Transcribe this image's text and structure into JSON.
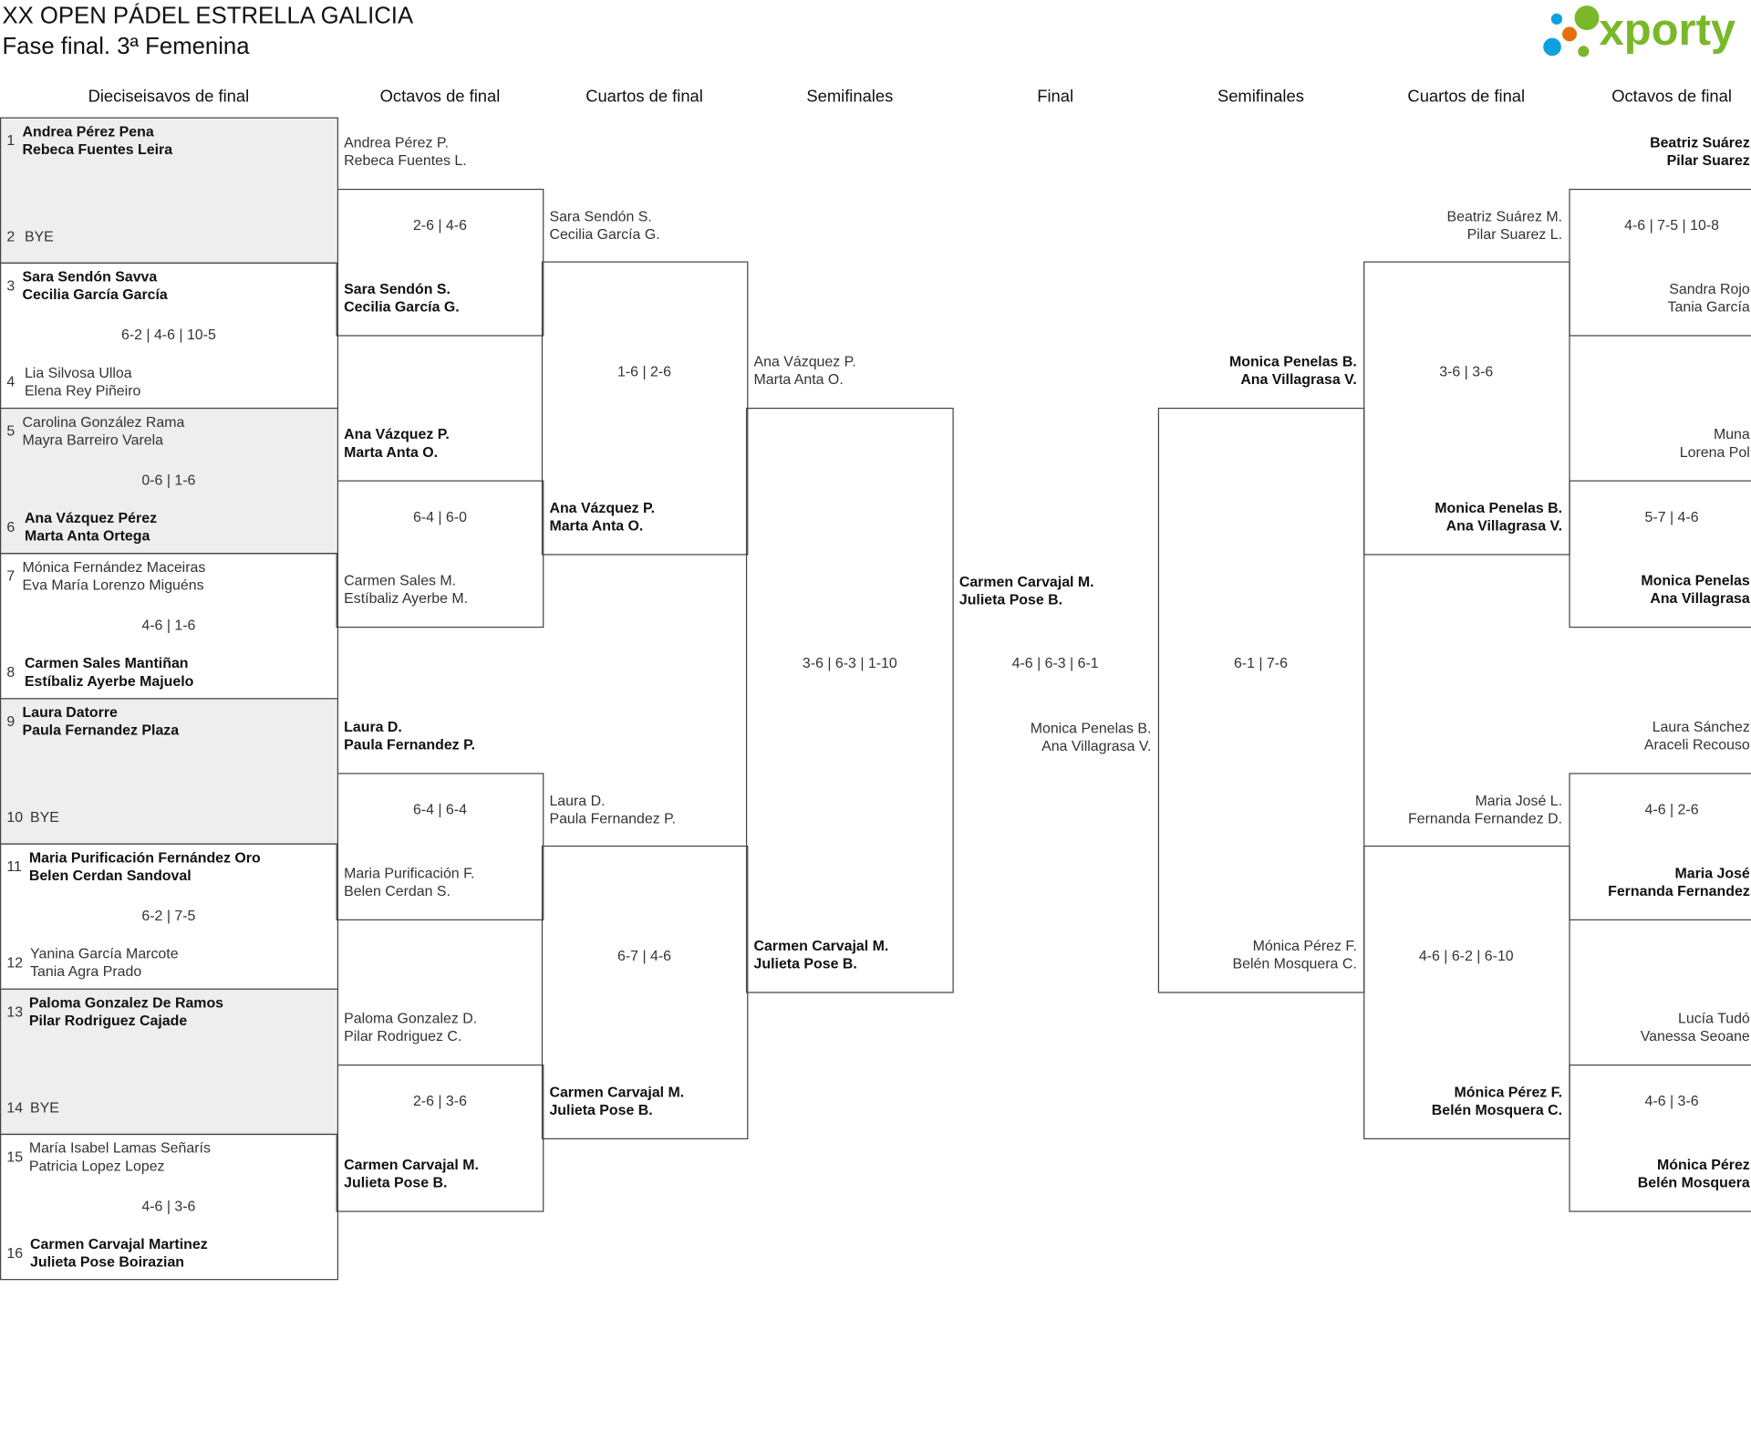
{
  "header": {
    "title": "XX OPEN PÁDEL ESTRELLA GALICIA",
    "subtitle": "Fase final. 3ª Femenina"
  },
  "logo": {
    "text": "xporty",
    "green": "#7ab82a",
    "blue": "#0fa0e0",
    "orange": "#e5700f"
  },
  "round_headers": [
    "Dieciseisavos de final",
    "Octavos de final",
    "Cuartos de final",
    "Semifinales",
    "Final",
    "Semifinales",
    "Cuartos de final",
    "Octavos de final"
  ],
  "round_of_32": [
    {
      "seed_top": "1",
      "top": [
        "Andrea Pérez Pena",
        "Rebeca Fuentes Leira"
      ],
      "seed_bottom": "2",
      "bottom": [
        "BYE"
      ],
      "score": "",
      "winner": "top"
    },
    {
      "seed_top": "3",
      "top": [
        "Sara Sendón Savva",
        "Cecilia García García"
      ],
      "seed_bottom": "4",
      "bottom": [
        "Lia Silvosa Ulloa",
        "Elena Rey Piñeiro"
      ],
      "score": "6-2 | 4-6 | 10-5",
      "winner": "top"
    },
    {
      "seed_top": "5",
      "top": [
        "Carolina González Rama",
        "Mayra Barreiro Varela"
      ],
      "seed_bottom": "6",
      "bottom": [
        "Ana Vázquez Pérez",
        "Marta Anta Ortega"
      ],
      "score": "0-6 | 1-6",
      "winner": "bottom"
    },
    {
      "seed_top": "7",
      "top": [
        "Mónica Fernández Maceiras",
        "Eva María Lorenzo Miguéns"
      ],
      "seed_bottom": "8",
      "bottom": [
        "Carmen Sales Mantiñan",
        "Estíbaliz Ayerbe Majuelo"
      ],
      "score": "4-6 | 1-6",
      "winner": "bottom"
    },
    {
      "seed_top": "9",
      "top": [
        "Laura Datorre",
        "Paula Fernandez Plaza"
      ],
      "seed_bottom": "10",
      "bottom": [
        "BYE"
      ],
      "score": "",
      "winner": "top"
    },
    {
      "seed_top": "11",
      "top": [
        "Maria Purificación Fernández Oro",
        "Belen Cerdan Sandoval"
      ],
      "seed_bottom": "12",
      "bottom": [
        "Yanina García Marcote",
        "Tania Agra Prado"
      ],
      "score": "6-2 | 7-5",
      "winner": "top"
    },
    {
      "seed_top": "13",
      "top": [
        "Paloma Gonzalez De Ramos",
        "Pilar Rodriguez Cajade"
      ],
      "seed_bottom": "14",
      "bottom": [
        "BYE"
      ],
      "score": "",
      "winner": "top"
    },
    {
      "seed_top": "15",
      "top": [
        "María Isabel Lamas Señarís",
        "Patricia Lopez Lopez"
      ],
      "seed_bottom": "16",
      "bottom": [
        "Carmen Carvajal Martinez",
        "Julieta Pose Boirazian"
      ],
      "score": "4-6 | 3-6",
      "winner": "bottom"
    }
  ],
  "left_octavos": [
    {
      "top": [
        "Andrea Pérez P.",
        "Rebeca Fuentes L."
      ],
      "bottom": [
        "Sara Sendón S.",
        "Cecilia García G."
      ],
      "score": "2-6 | 4-6",
      "winner": "bottom"
    },
    {
      "top": [
        "Ana Vázquez P.",
        "Marta Anta O."
      ],
      "bottom": [
        "Carmen Sales M.",
        "Estíbaliz Ayerbe M."
      ],
      "score": "6-4 | 6-0",
      "winner": "top"
    },
    {
      "top": [
        "Laura D.",
        "Paula Fernandez P."
      ],
      "bottom": [
        "Maria Purificación F.",
        "Belen Cerdan S."
      ],
      "score": "6-4 | 6-4",
      "winner": "top"
    },
    {
      "top": [
        "Paloma Gonzalez D.",
        "Pilar Rodriguez C."
      ],
      "bottom": [
        "Carmen Carvajal M.",
        "Julieta Pose B."
      ],
      "score": "2-6 | 3-6",
      "winner": "bottom"
    }
  ],
  "left_cuartos": [
    {
      "top": [
        "Sara Sendón S.",
        "Cecilia García G."
      ],
      "bottom": [
        "Ana Vázquez P.",
        "Marta Anta O."
      ],
      "score": "1-6 | 2-6",
      "winner": "bottom"
    },
    {
      "top": [
        "Laura D.",
        "Paula Fernandez P."
      ],
      "bottom": [
        "Carmen Carvajal M.",
        "Julieta Pose B."
      ],
      "score": "6-7 | 4-6",
      "winner": "bottom"
    }
  ],
  "left_semi": {
    "top": [
      "Ana Vázquez P.",
      "Marta Anta O."
    ],
    "bottom": [
      "Carmen Carvajal M.",
      "Julieta Pose B."
    ],
    "score": "3-6 | 6-3 | 1-10",
    "winner": "bottom"
  },
  "final": {
    "top": [
      "Carmen Carvajal M.",
      "Julieta Pose B."
    ],
    "bottom": [
      "Monica Penelas B.",
      "Ana Villagrasa V."
    ],
    "score": "4-6 | 6-3 | 6-1",
    "winner": "top"
  },
  "right_semi": {
    "top": [
      "Monica Penelas B.",
      "Ana Villagrasa V."
    ],
    "bottom": [
      "Mónica Pérez F.",
      "Belén Mosquera C."
    ],
    "score": "6-1 | 7-6",
    "winner": "top"
  },
  "right_cuartos": [
    {
      "top": [
        "Beatriz Suárez M.",
        "Pilar Suarez L."
      ],
      "bottom": [
        "Monica Penelas B.",
        "Ana Villagrasa V."
      ],
      "score": "3-6 | 3-6",
      "winner": "bottom"
    },
    {
      "top": [
        "Maria José L.",
        "Fernanda Fernandez D."
      ],
      "bottom": [
        "Mónica Pérez F.",
        "Belén Mosquera C."
      ],
      "score": "4-6 | 6-2 | 6-10",
      "winner": "bottom"
    }
  ],
  "right_octavos": [
    {
      "top": [
        "Beatriz Suárez",
        "Pilar Suarez"
      ],
      "bottom": [
        "Sandra Rojo",
        "Tania García"
      ],
      "score": "4-6 | 7-5 | 10-8",
      "winner": "top"
    },
    {
      "top": [
        "Muna",
        "Lorena Pol"
      ],
      "bottom": [
        "Monica Penelas",
        "Ana Villagrasa"
      ],
      "score": "5-7 | 4-6",
      "winner": "bottom"
    },
    {
      "top": [
        "Laura Sánchez",
        "Araceli Recouso"
      ],
      "bottom": [
        "Maria José",
        "Fernanda Fernandez"
      ],
      "score": "4-6 | 2-6",
      "winner": "bottom"
    },
    {
      "top": [
        "Lucía Tudó",
        "Vanessa Seoane"
      ],
      "bottom": [
        "Mónica Pérez",
        "Belén Mosquera"
      ],
      "score": "4-6 | 3-6",
      "winner": "bottom"
    }
  ]
}
